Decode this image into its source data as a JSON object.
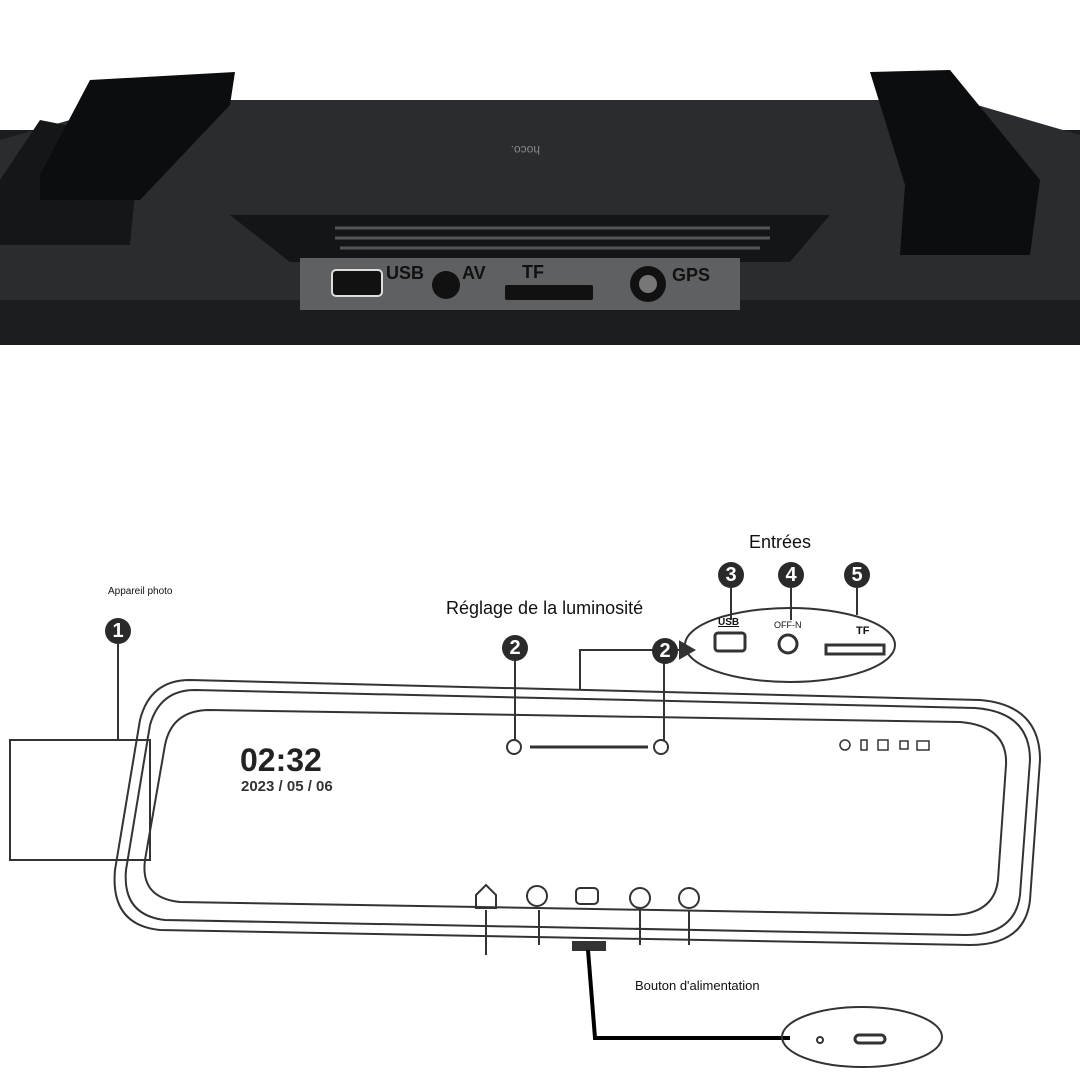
{
  "photo": {
    "brand": "hoco.",
    "ports": {
      "usb": "USB",
      "av": "AV",
      "tf": "TF",
      "gps": "GPS"
    }
  },
  "labels": {
    "camera": "Appareil photo",
    "brightness": "Réglage de la luminosité",
    "inputs": "Entrées",
    "power": "Bouton d'alimentation"
  },
  "callouts": [
    "1",
    "2",
    "2",
    "3",
    "4",
    "5"
  ],
  "inset_ports": {
    "usb": "USB",
    "av": "OFF-N",
    "tf": "TF"
  },
  "screen": {
    "time": "02:32",
    "date": "2023 / 05 / 06"
  },
  "colors": {
    "device": "#1e2022",
    "ports_panel": "#5a5c5e",
    "line": "#222222"
  }
}
